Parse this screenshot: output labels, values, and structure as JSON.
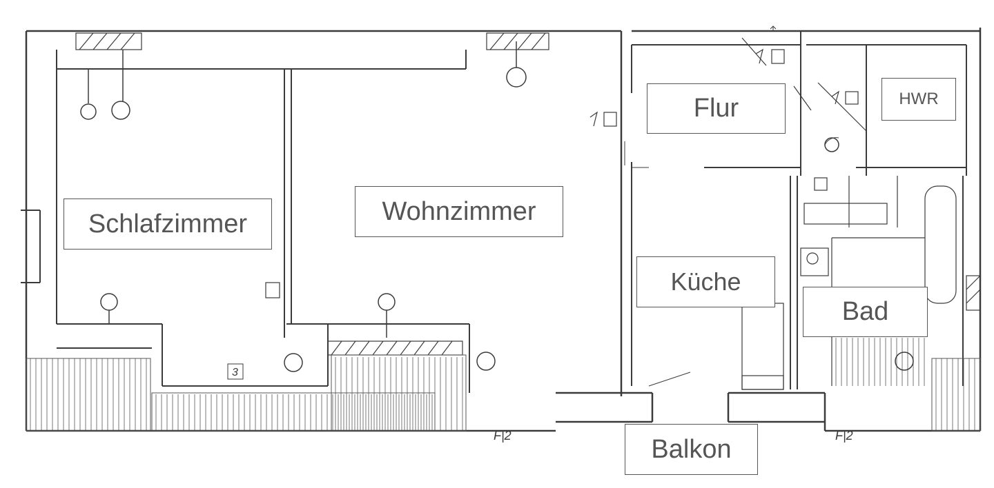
{
  "floor_plan": {
    "rooms": {
      "schlafzimmer": "Schlafzimmer",
      "wohnzimmer": "Wohnzimmer",
      "flur": "Flur",
      "hwr": "HWR",
      "kueche": "Küche",
      "bad": "Bad",
      "balkon": "Balkon"
    },
    "annotations": {
      "f2_left": "F|2",
      "f2_right": "F|2",
      "window_mark": "3"
    }
  },
  "colors": {
    "line": "#3a3a3a",
    "label_text": "#555555",
    "background": "#ffffff"
  }
}
